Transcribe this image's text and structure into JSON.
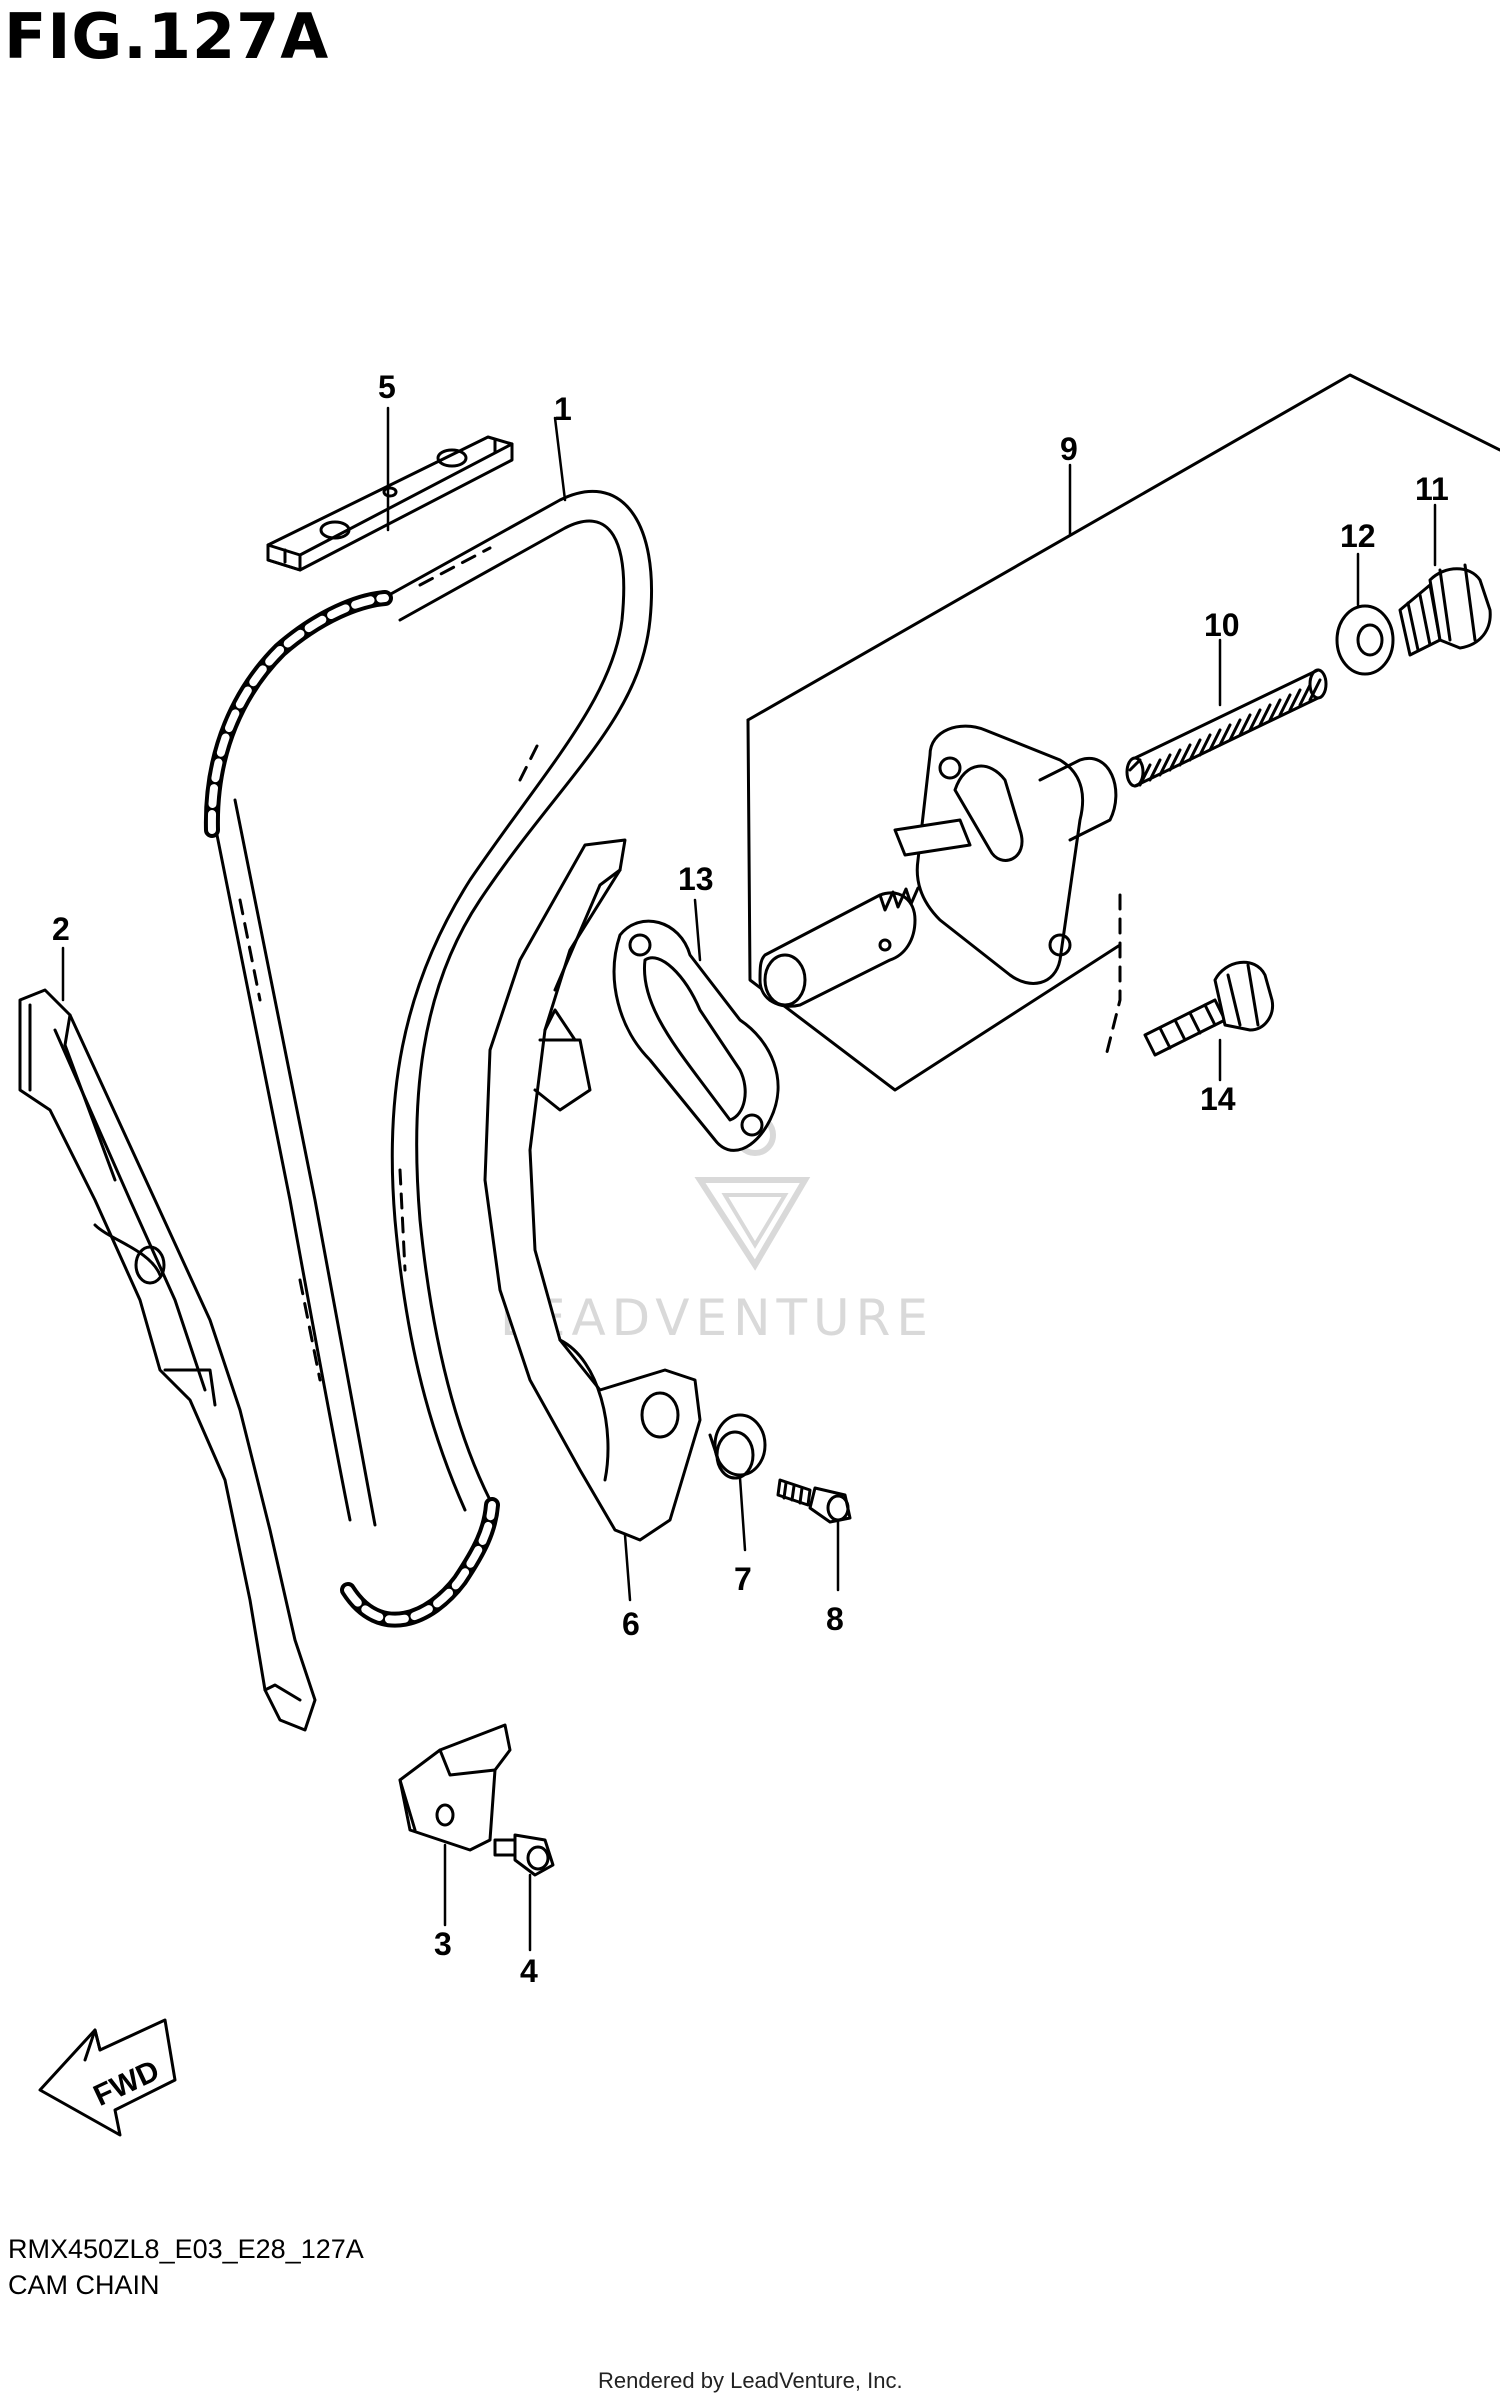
{
  "figure": {
    "title": "FIG.127A",
    "model_code": "RMX450ZL8_E03_E28_127A",
    "name": "CAM CHAIN",
    "credit": "Rendered by LeadVenture, Inc."
  },
  "watermark": {
    "text": "LEADVENTURE"
  },
  "fwd_label": "FWD",
  "parts": [
    {
      "id": "1",
      "name": "cam chain"
    },
    {
      "id": "2",
      "name": "cam chain guide"
    },
    {
      "id": "3",
      "name": "guide bracket"
    },
    {
      "id": "4",
      "name": "bolt"
    },
    {
      "id": "5",
      "name": "upper chain guide"
    },
    {
      "id": "6",
      "name": "tensioner slipper"
    },
    {
      "id": "7",
      "name": "collar"
    },
    {
      "id": "8",
      "name": "bolt"
    },
    {
      "id": "9",
      "name": "tensioner assembly"
    },
    {
      "id": "10",
      "name": "spring"
    },
    {
      "id": "11",
      "name": "plug"
    },
    {
      "id": "12",
      "name": "washer"
    },
    {
      "id": "13",
      "name": "gasket"
    },
    {
      "id": "14",
      "name": "bolt"
    }
  ],
  "colors": {
    "line": "#000000",
    "background": "#ffffff",
    "watermark": "#d9d9d9"
  }
}
